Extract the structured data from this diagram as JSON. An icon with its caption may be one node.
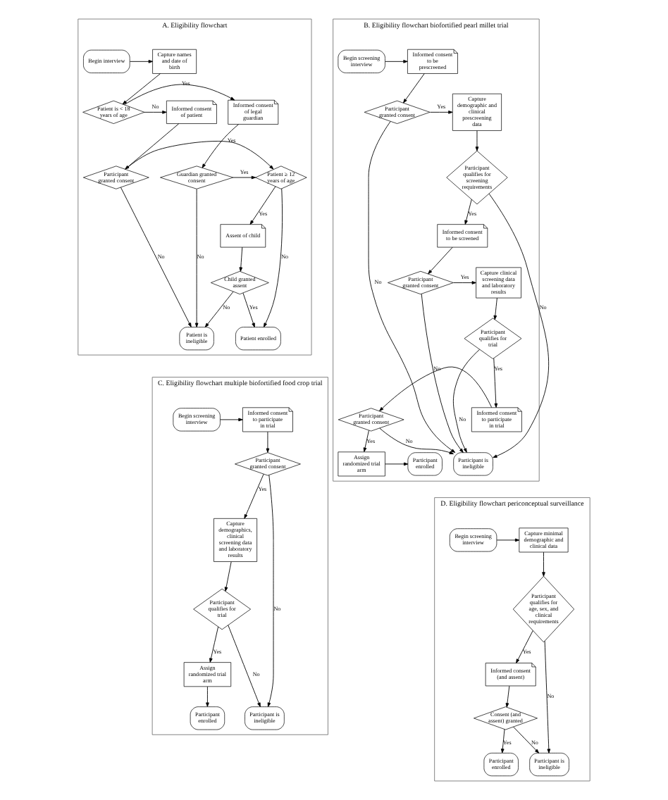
{
  "diagram": {
    "nodes": [
      {
        "text": [
          "A. Eligibility flowchart"
        ]
      },
      {
        "text": [
          "Begin interview"
        ],
        "in": 0
      },
      {
        "text": [
          "Capture names and date of birth"
        ],
        "in": 0
      },
      {
        "text": [
          "Patient is < 18 years of age"
        ],
        "in": 0
      },
      {
        "text": [
          "Informed consent of legal guardian"
        ],
        "in": 0
      },
      {
        "text": [
          "Informed consent of patient"
        ],
        "in": 0
      },
      {
        "text": [
          "Guardian granted consent"
        ],
        "in": 0
      },
      {
        "text": [
          "Patient ≥ 12 years of age"
        ],
        "in": 0
      },
      {
        "text": [
          "Participant granted consent"
        ],
        "in": 0
      },
      {
        "text": [
          "Assent of child"
        ],
        "in": 0
      },
      {
        "text": [
          "Child granted assent"
        ],
        "in": 0
      },
      {
        "text": [
          "Patient enrolled"
        ],
        "in": 0
      },
      {
        "text": [
          "Patient is ineligible"
        ],
        "in": 0
      },
      {
        "text": [
          "B. Eligibility flowchart biofortified pearl millet trial"
        ]
      },
      {
        "text": [
          "Begin screening interview"
        ],
        "in": 13
      },
      {
        "text": [
          "Informed consent to be prescreened"
        ],
        "in": 13
      },
      {
        "text": [
          "Participant granted consent"
        ],
        "in": 13
      },
      {
        "text": [
          "Capture demographic and clinical prescreening data"
        ],
        "in": 13
      },
      {
        "text": [
          "Participant qualifies for screening requirements"
        ],
        "in": 13
      },
      {
        "text": [
          "Informed consent to be screened"
        ],
        "in": 13
      },
      {
        "text": [
          "Participant granted consent"
        ],
        "in": 13
      },
      {
        "text": [
          "Capture clinical screening data and laboratory results"
        ],
        "in": 13
      },
      {
        "text": [
          "Participant qualifies for trial"
        ],
        "in": 13
      },
      {
        "text": [
          "Informed consent to participate in trial"
        ],
        "in": 13
      },
      {
        "text": [
          "Participant granted consent"
        ],
        "in": 13
      },
      {
        "text": [
          "Participant enrolled"
        ],
        "in": 13
      },
      {
        "text": [
          "Assign randomized trial arm"
        ],
        "in": 13
      },
      {
        "text": [
          "Participant is ineligible"
        ],
        "in": 13
      },
      {
        "text": [
          "C. Eligibility flowchart multiple biofortified food crop trial"
        ]
      },
      {
        "text": [
          "Begin screening interview"
        ],
        "in": 28
      },
      {
        "text": [
          "Informed consent to participate in trial"
        ],
        "in": 28
      },
      {
        "text": [
          "Participant granted consent"
        ],
        "in": 28
      },
      {
        "text": [
          "Capture demographics, clinical screening data and laboratory results"
        ],
        "in": 28
      },
      {
        "text": [
          "Participant qualifies for trial"
        ],
        "in": 28
      },
      {
        "text": [
          "Assign randomized trial arm"
        ],
        "in": 28
      },
      {
        "text": [
          "Participant enrolled"
        ],
        "in": 28
      },
      {
        "text": [
          "Participant is ineligible"
        ],
        "in": 28
      },
      {
        "text": [
          "D. Eligibility flowchart periconceptual surveillance"
        ]
      },
      {
        "text": [
          "Begin screening interview"
        ],
        "in": 37
      },
      {
        "text": [
          "Capture minimal demographic and clinical data"
        ],
        "in": 37
      },
      {
        "text": [
          "Participant qualifies for age, sex, and clinical requirements"
        ],
        "in": 37
      },
      {
        "text": [
          "Informed consent (and assent)"
        ],
        "in": 37
      },
      {
        "text": [
          "Consent (and assent) granted"
        ],
        "in": 37
      },
      {
        "text": [
          "Participant is ineligible"
        ],
        "in": 37
      },
      {
        "text": [
          "Participant enrolled"
        ],
        "in": 37
      }
    ],
    "edges": [
      {
        "from": 1,
        "to": 2,
        "arrow": "to"
      },
      {
        "from": 2,
        "to": 3,
        "arrow": "to"
      },
      {
        "from": 3,
        "to": 4,
        "arrow": "to",
        "label": "Yes"
      },
      {
        "from": 3,
        "to": 5,
        "arrow": "to",
        "label": "No"
      },
      {
        "from": 4,
        "to": 6,
        "arrow": "to"
      },
      {
        "from": 5,
        "to": 8,
        "arrow": "to"
      },
      {
        "from": 6,
        "to": 7,
        "arrow": "to",
        "label": "Yes"
      },
      {
        "from": 6,
        "to": 12,
        "arrow": "to",
        "label": "No"
      },
      {
        "from": 8,
        "to": 7,
        "arrow": "to",
        "label": "Yes"
      },
      {
        "from": 7,
        "to": 9,
        "arrow": "to",
        "label": "Yes"
      },
      {
        "from": 7,
        "to": 11,
        "arrow": "to",
        "label": "No"
      },
      {
        "from": 9,
        "to": 10,
        "arrow": "to"
      },
      {
        "from": 10,
        "to": 11,
        "arrow": "to",
        "label": "Yes"
      },
      {
        "from": 10,
        "to": 12,
        "arrow": "to",
        "label": "No"
      },
      {
        "from": 8,
        "to": 12,
        "arrow": "to",
        "label": "No"
      },
      {
        "from": 14,
        "to": 15,
        "arrow": "to"
      },
      {
        "from": 15,
        "to": 16,
        "arrow": "to"
      },
      {
        "from": 16,
        "to": 17,
        "arrow": "to",
        "label": "Yes"
      },
      {
        "from": 16,
        "to": 27,
        "arrow": "to",
        "label": "No"
      },
      {
        "from": 17,
        "to": 18,
        "arrow": "to"
      },
      {
        "from": 18,
        "to": 19,
        "arrow": "to",
        "label": "Yes"
      },
      {
        "from": 18,
        "to": 27,
        "arrow": "to",
        "label": "No"
      },
      {
        "from": 19,
        "to": 20,
        "arrow": "to"
      },
      {
        "from": 20,
        "to": 21,
        "arrow": "to",
        "label": "Yes"
      },
      {
        "from": 20,
        "to": 27,
        "arrow": "to",
        "label": "No"
      },
      {
        "from": 21,
        "to": 22,
        "arrow": "to"
      },
      {
        "from": 22,
        "to": 23,
        "arrow": "to",
        "label": "Yes"
      },
      {
        "from": 22,
        "to": 27,
        "arrow": "to",
        "label": "No"
      },
      {
        "from": 23,
        "to": 24,
        "arrow": "to"
      },
      {
        "from": 24,
        "to": 26,
        "arrow": "to",
        "label": "Yes"
      },
      {
        "from": 24,
        "to": 27,
        "arrow": "to",
        "label": "No"
      },
      {
        "from": 26,
        "to": 25,
        "arrow": "to"
      },
      {
        "from": 29,
        "to": 30,
        "arrow": "to"
      },
      {
        "from": 30,
        "to": 31,
        "arrow": "to"
      },
      {
        "from": 31,
        "to": 32,
        "arrow": "to",
        "label": "Yes"
      },
      {
        "from": 31,
        "to": 36,
        "arrow": "to",
        "label": "No"
      },
      {
        "from": 32,
        "to": 33,
        "arrow": "to"
      },
      {
        "from": 33,
        "to": 34,
        "arrow": "to",
        "label": "Yes"
      },
      {
        "from": 33,
        "to": 36,
        "arrow": "to",
        "label": "No"
      },
      {
        "from": 34,
        "to": 35,
        "arrow": "to"
      },
      {
        "from": 38,
        "to": 39,
        "arrow": "to"
      },
      {
        "from": 39,
        "to": 40,
        "arrow": "to"
      },
      {
        "from": 40,
        "to": 41,
        "arrow": "to",
        "label": "Yes"
      },
      {
        "from": 40,
        "to": 43,
        "arrow": "to",
        "label": "No"
      },
      {
        "from": 41,
        "to": 42,
        "arrow": "to"
      },
      {
        "from": 42,
        "to": 44,
        "arrow": "to",
        "label": "Yes"
      },
      {
        "from": 42,
        "to": 43,
        "arrow": "to",
        "label": "No"
      }
    ]
  }
}
